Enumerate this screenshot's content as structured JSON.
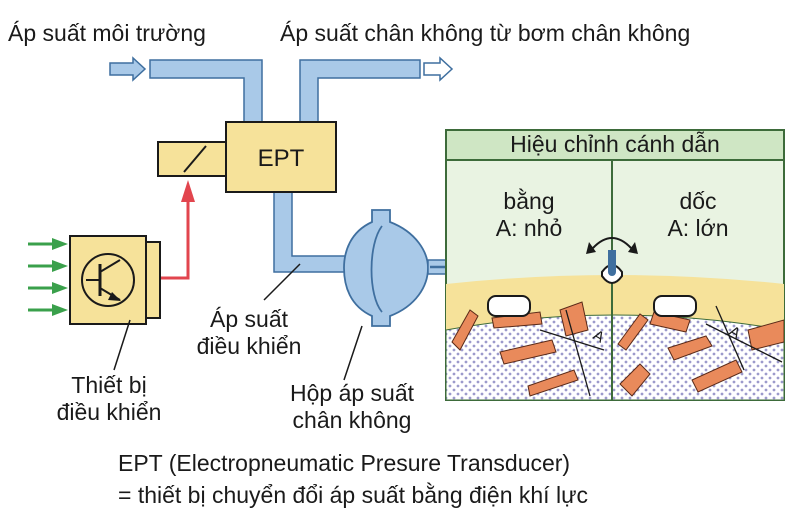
{
  "labels": {
    "ambient_pressure": "Áp suất môi trường",
    "vacuum_pressure": "Áp suất chân không từ bơm chân không",
    "ept_box": "EPT",
    "control_pressure_line1": "Áp suất",
    "control_pressure_line2": "điều khiển",
    "vacuum_box_line1": "Hộp áp suất",
    "vacuum_box_line2": "chân không",
    "controller_line1": "Thiết bị",
    "controller_line2": "điều khiển",
    "caption_line1": "EPT (Electropneumatic Presure Transducer)",
    "caption_line2": "= thiết bị chuyển đổi áp suất bằng điện khí lực"
  },
  "panel": {
    "title": "Hiệu chỉnh cánh dẫn",
    "left_line1": "bằng",
    "left_line2": "A: nhỏ",
    "right_line1": "dốc",
    "right_line2": "A: lớn",
    "angle_letter": "A"
  },
  "colors": {
    "pipe_fill": "#a9c9e8",
    "pipe_stroke": "#3f6f9f",
    "yellow_box": "#f6e29a",
    "panel_header": "#cfe6c4",
    "panel_body": "#e9f3e2",
    "panel_border": "#3d6b3a",
    "signal_red": "#e2454e",
    "input_green": "#3aa04b",
    "vane_orange": "#e98a5b",
    "hub_pattern": "#c9c8e6"
  }
}
